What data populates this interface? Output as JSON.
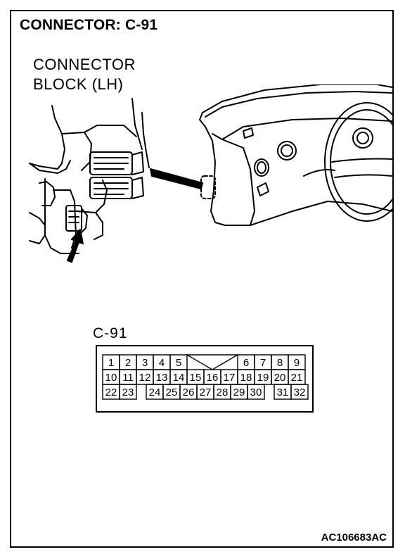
{
  "title": "CONNECTOR: C-91",
  "block_label": [
    "CONNECTOR",
    "BLOCK (LH)"
  ],
  "connector_label": "C-91",
  "connector_pins": {
    "row1": [
      "1",
      "2",
      "3",
      "4",
      "5",
      "",
      "",
      "",
      "6",
      "7",
      "8",
      "9"
    ],
    "row2": [
      "10",
      "11",
      "12",
      "13",
      "14",
      "15",
      "16",
      "17",
      "18",
      "19",
      "20",
      "21"
    ],
    "row3": [
      "22",
      "23",
      "",
      "24",
      "25",
      "26",
      "27",
      "28",
      "29",
      "30",
      "",
      "31",
      "32"
    ]
  },
  "figure_id": "AC106683AC"
}
